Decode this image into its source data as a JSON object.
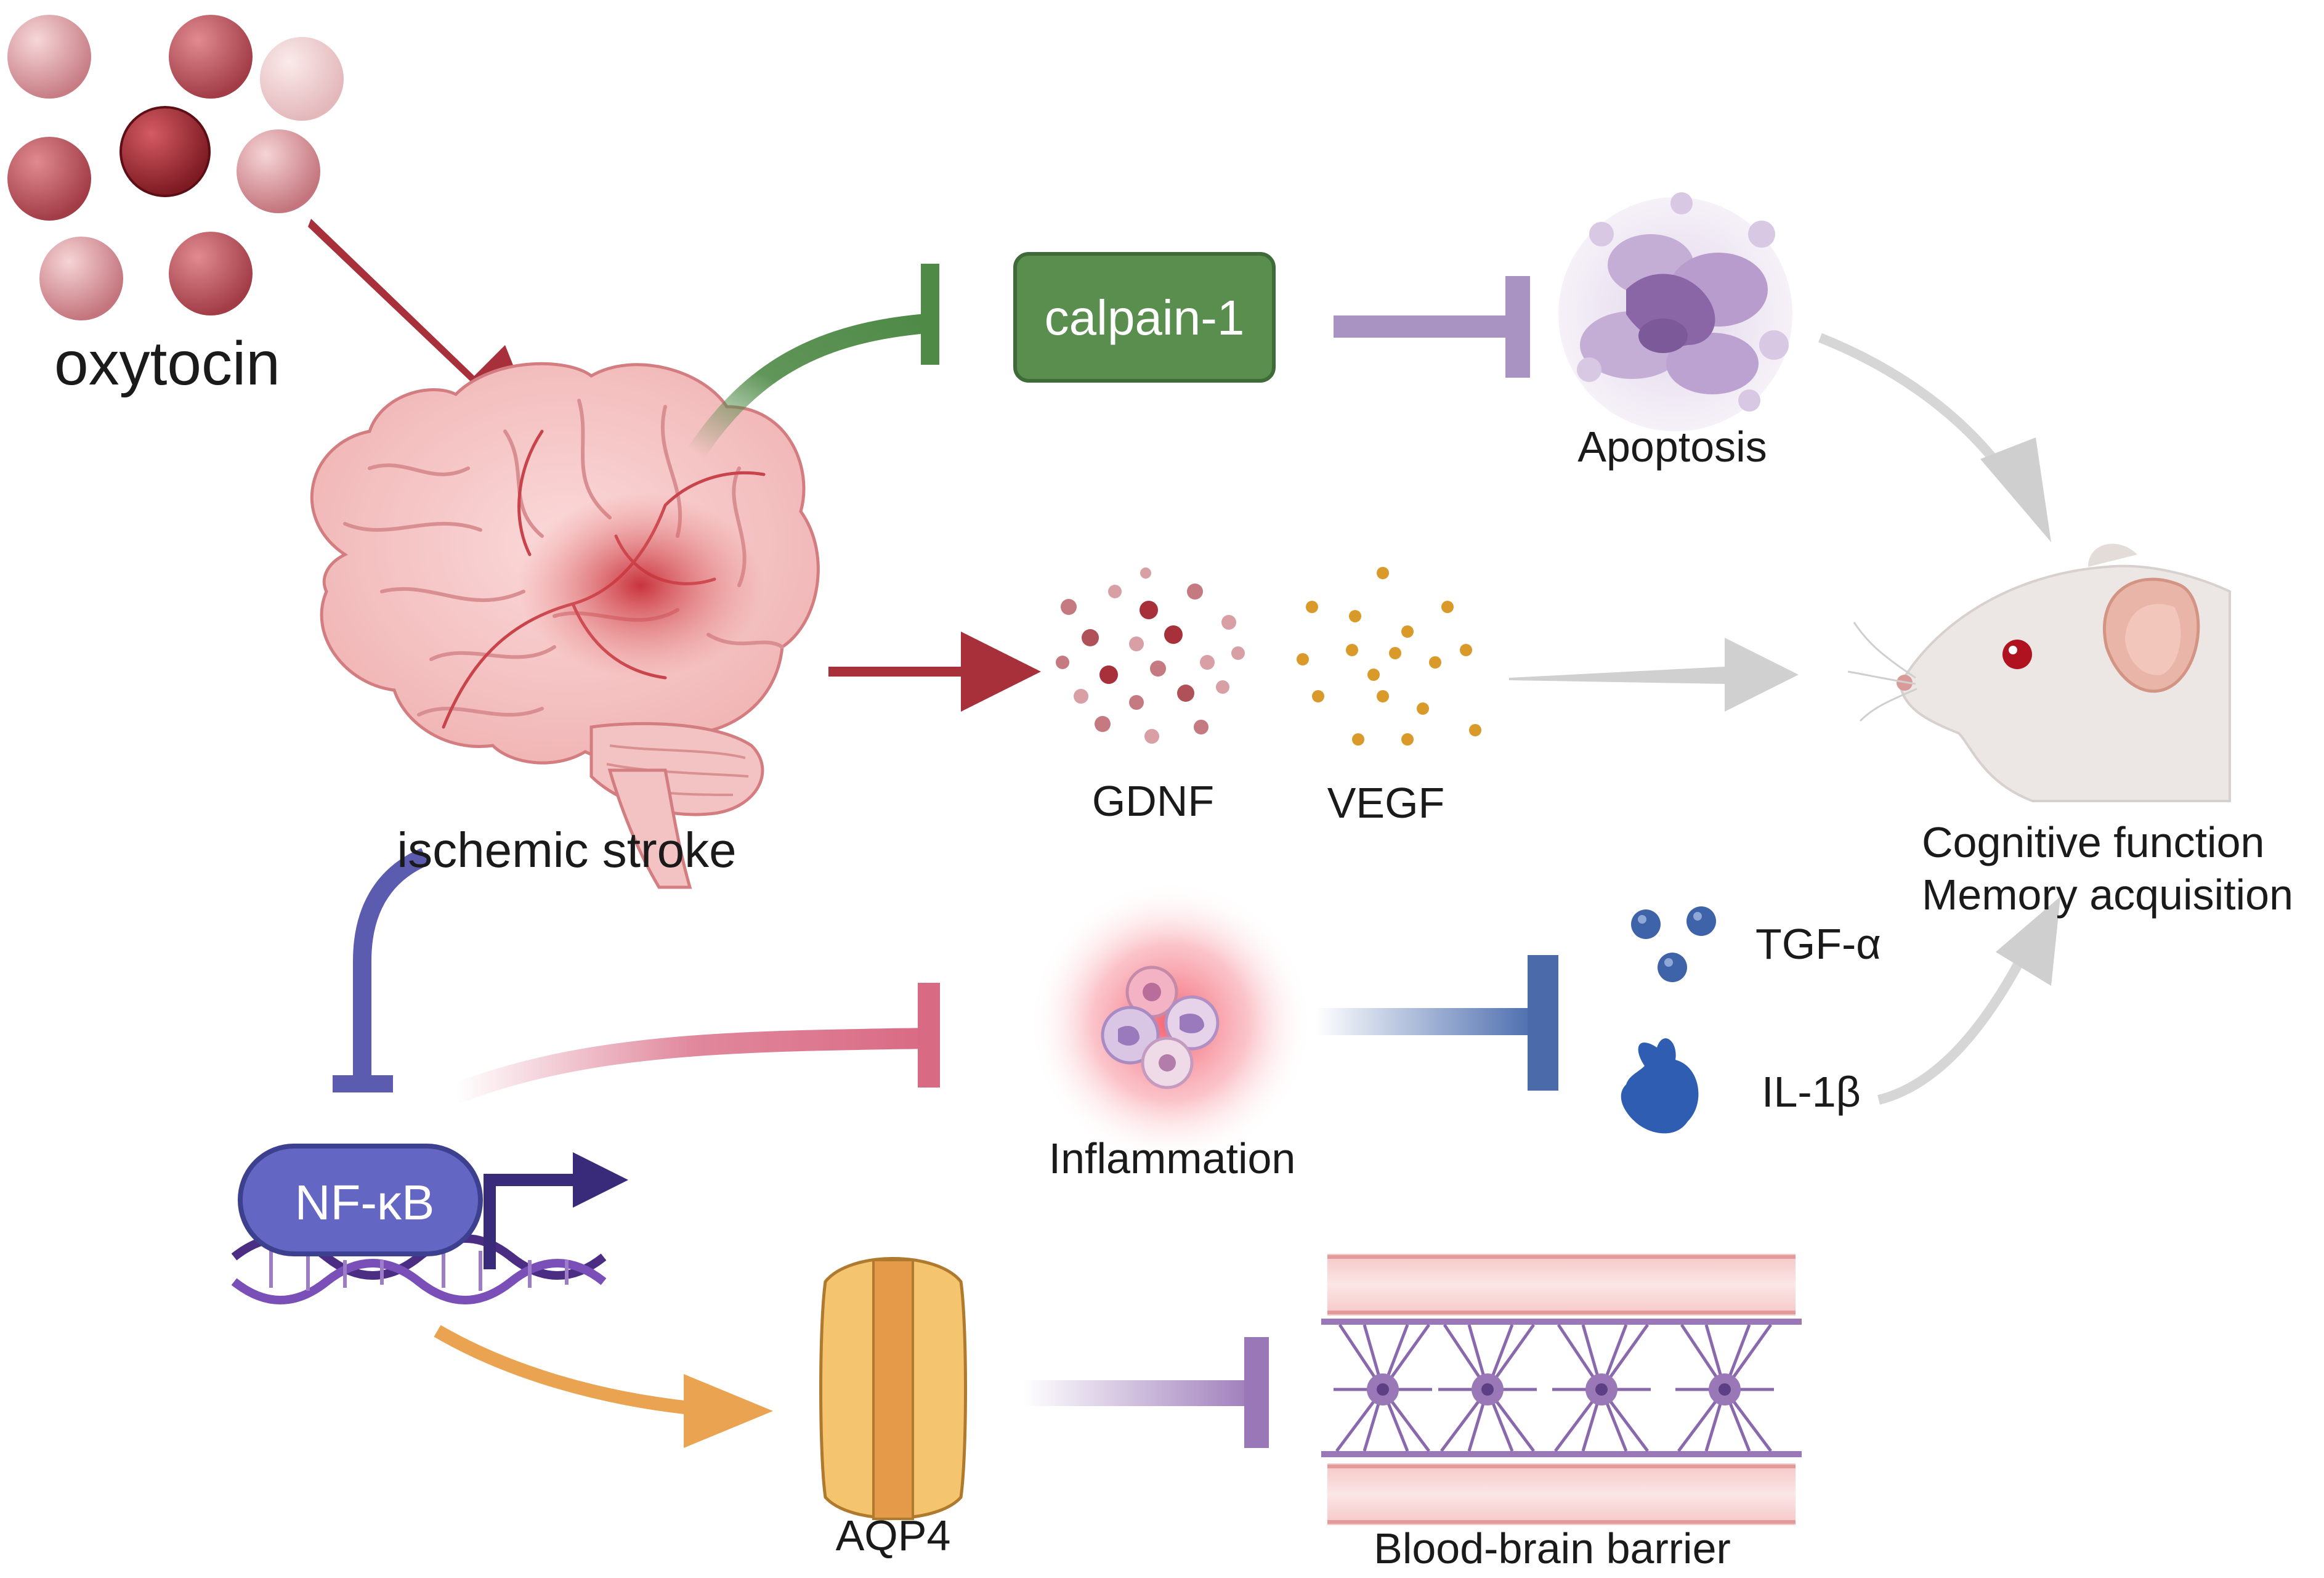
{
  "labels": {
    "oxytocin": "oxytocin",
    "calpain": "calpain-1",
    "apoptosis": "Apoptosis",
    "ischemic_stroke": "ischemic stroke",
    "gdnf": "GDNF",
    "vegf": "VEGF",
    "cognitive_function": "Cognitive function",
    "memory_acquisition": "Memory acquisition",
    "tgf": "TGF-α",
    "il1b": "IL-1β",
    "inflammation": "Inflammation",
    "nfkb": "NF-κB",
    "aqp4": "AQP4",
    "bbb": "Blood-brain barrier"
  },
  "colors": {
    "oxytocin_red": "#a8303a",
    "calpain_green": "#4f8a47",
    "apoptosis_purple": "#9b7fb0",
    "inflammation_pink": "#d96a84",
    "nfkb_blue": "#5b5bb0",
    "cytokine_blue": "#3f63a8",
    "aqp4_orange": "#eaa350",
    "bbb_purple": "#9a78b8",
    "vegf_gold": "#d99a2a",
    "grey_arrow": "#cfcfcf"
  },
  "icons": {
    "oxytocin": "oxytocin-molecules-icon",
    "brain": "brain-icon",
    "apoptosis": "apoptotic-cell-icon",
    "gdnf": "gdnf-particles-icon",
    "vegf": "vegf-particles-icon",
    "mouse": "mouse-icon",
    "inflammation": "immune-cells-icon",
    "tgf": "tgf-molecules-icon",
    "il1b": "il1b-protein-icon",
    "nfkb": "transcription-factor-dna-icon",
    "aqp4": "aquaporin-channel-icon",
    "bbb": "astrocyte-vessel-icon"
  }
}
